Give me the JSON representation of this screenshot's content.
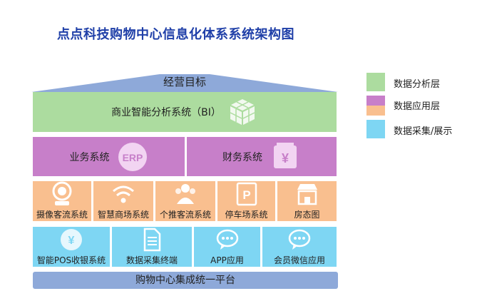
{
  "title": "点点科技购物中心信息化体系系统架构图",
  "roof": {
    "label": "经营目标"
  },
  "analysis_layer": {
    "label": "商业智能分析系统（BI）"
  },
  "application_layer": [
    {
      "label": "业务系统",
      "icon": "erp-icon",
      "icon_text": "ERP"
    },
    {
      "label": "财务系统",
      "icon": "yen-icon",
      "icon_text": "¥"
    }
  ],
  "collection_row_1": [
    {
      "label": "摄像客流系统",
      "icon": "camera-icon"
    },
    {
      "label": "智慧商场系统",
      "icon": "wifi-icon"
    },
    {
      "label": "个推客流系统",
      "icon": "people-icon"
    },
    {
      "label": "停车场系统",
      "icon": "parking-icon"
    },
    {
      "label": "房态图",
      "icon": "store-icon"
    }
  ],
  "collection_row_2": [
    {
      "label": "智能POS收银系统",
      "icon": "yen-coin-icon",
      "icon_text": "¥"
    },
    {
      "label": "数据采集终端",
      "icon": "document-icon"
    },
    {
      "label": "APP应用",
      "icon": "chat-icon"
    },
    {
      "label": "会员微信应用",
      "icon": "chat-icon"
    }
  ],
  "platform": {
    "label": "购物中心集成统一平台"
  },
  "legend": [
    {
      "label": "数据分析层",
      "color": "#acdc9f"
    },
    {
      "label": "数据应用层",
      "color": "#c77fc9"
    },
    {
      "label": "",
      "color": "#f9bf8f"
    },
    {
      "label": "数据采集/展示",
      "color": "#7ed6f3"
    }
  ]
}
